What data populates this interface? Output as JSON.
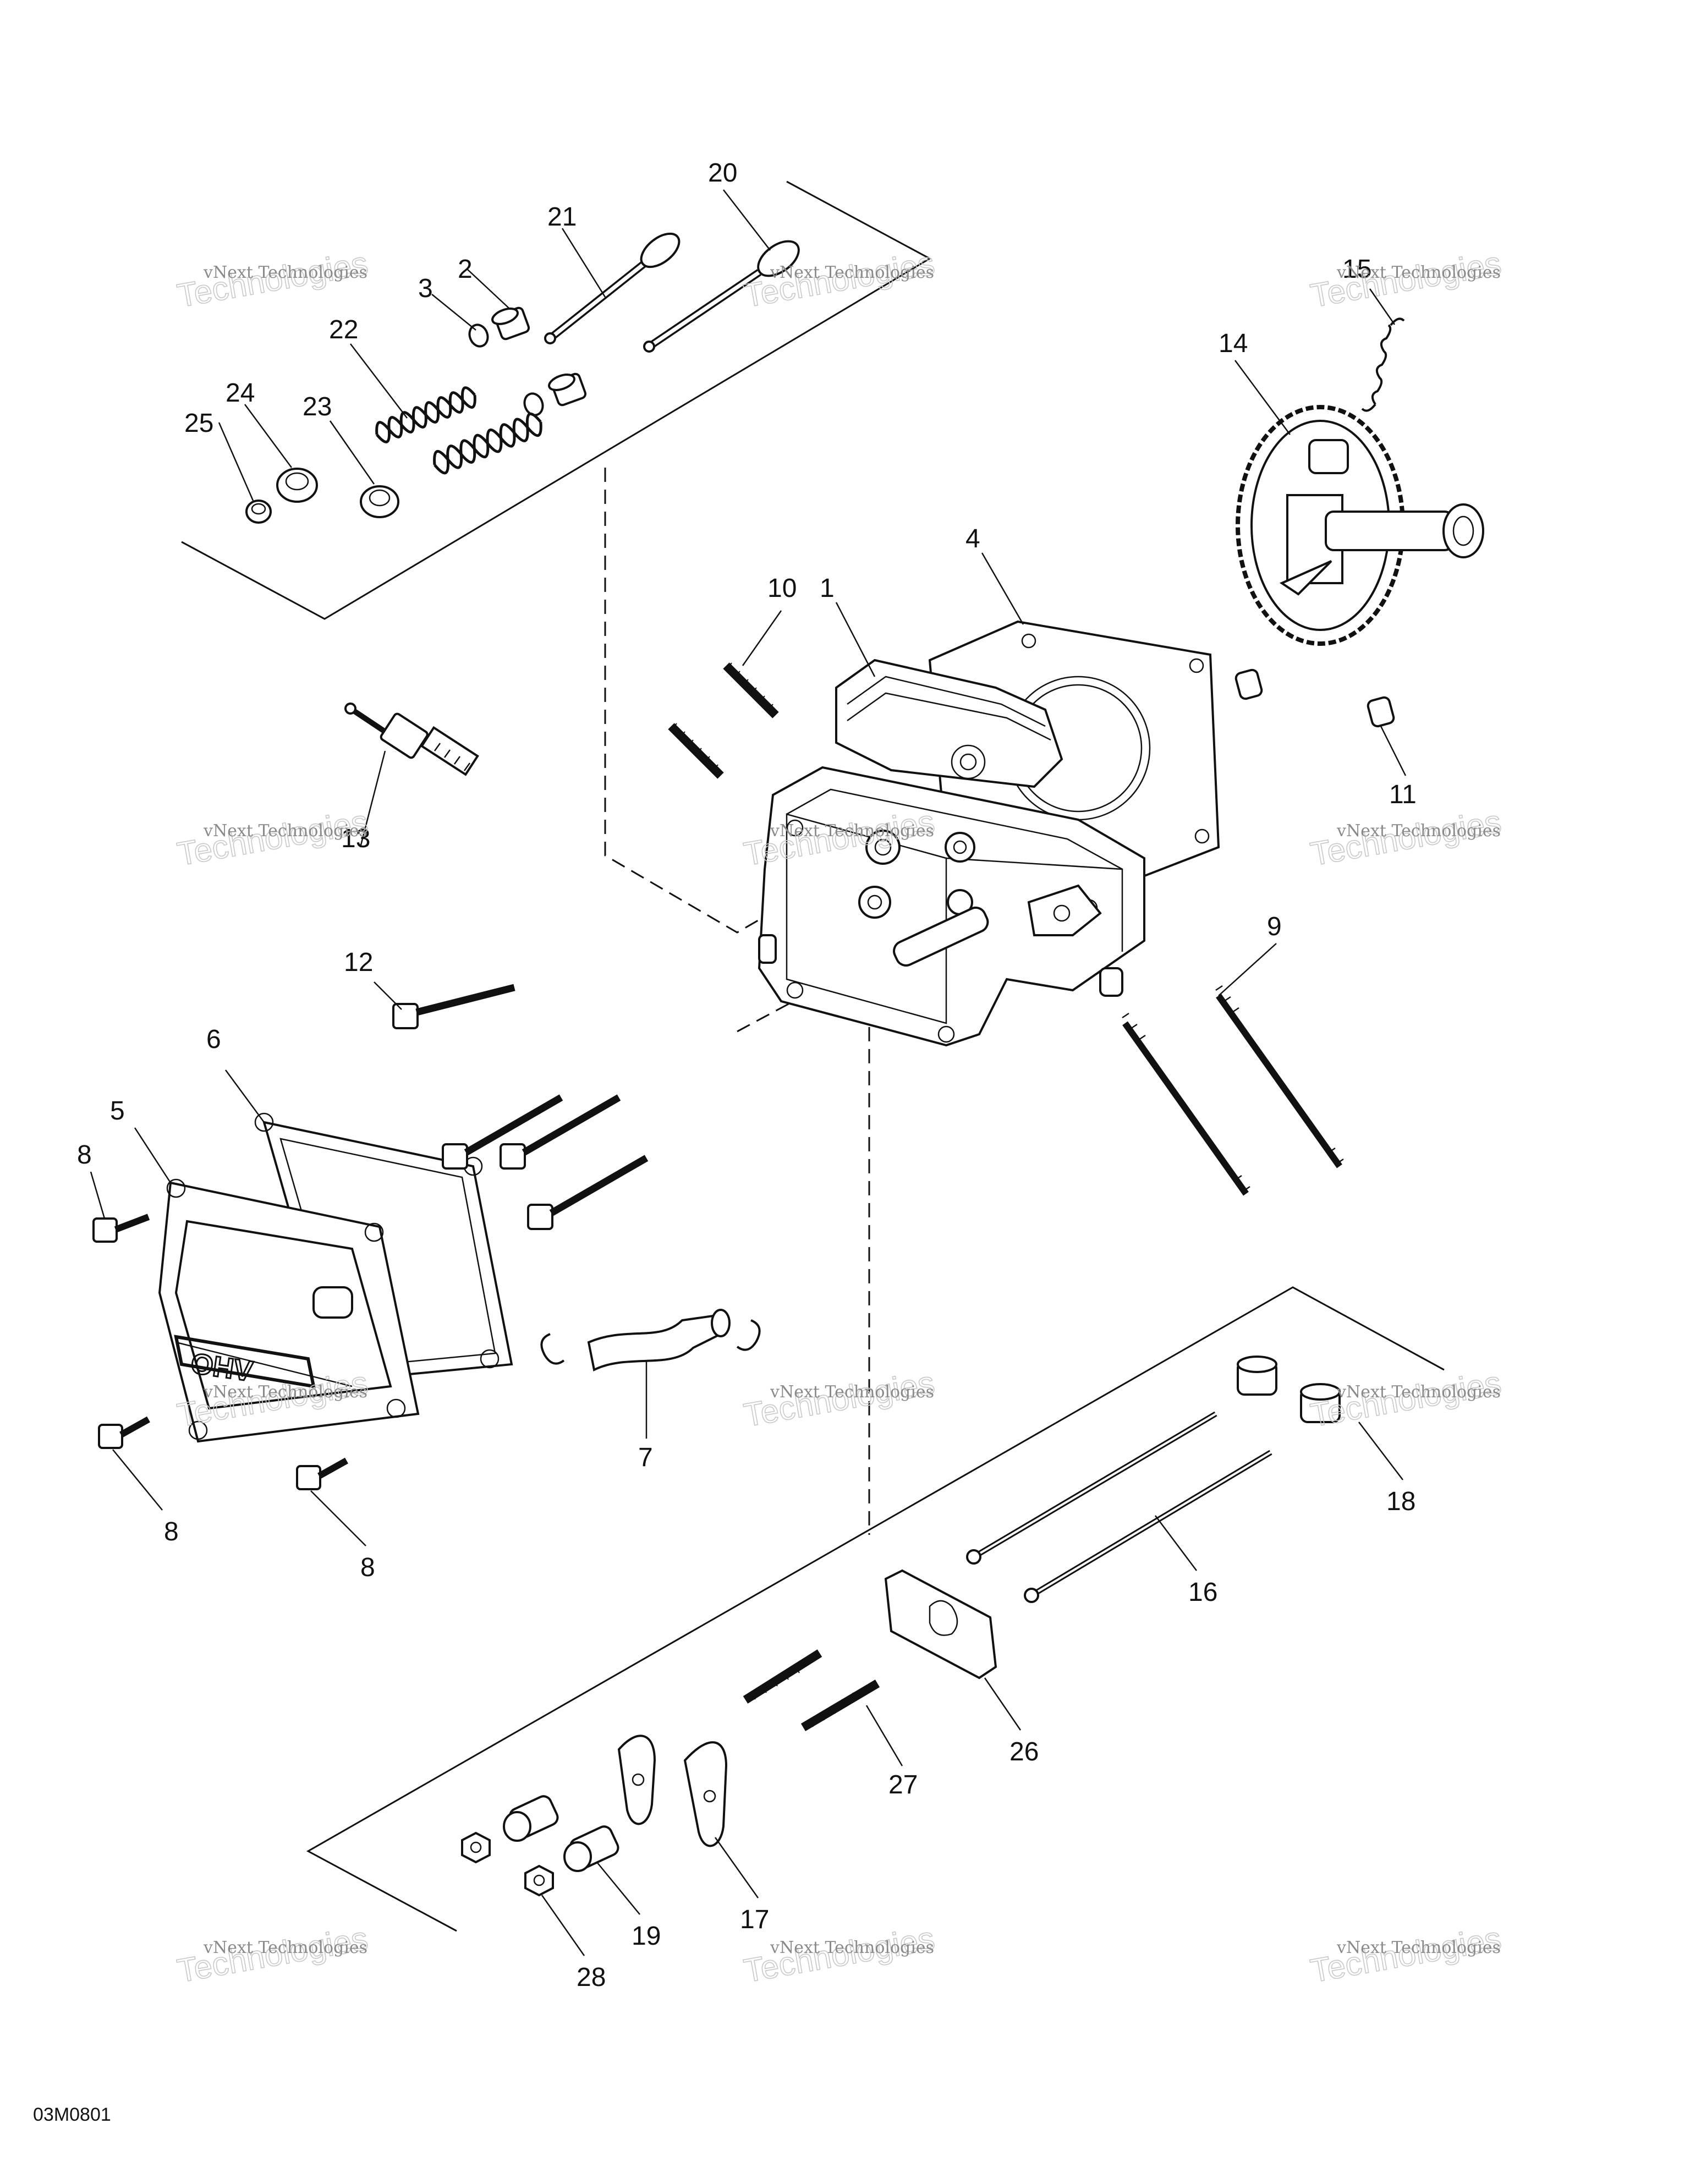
{
  "diagram_code": "03M0801",
  "watermark": {
    "line1": "vNext Technologies",
    "line2": "Technologies"
  },
  "callouts": [
    {
      "id": "c1",
      "label": "1"
    },
    {
      "id": "c2",
      "label": "2"
    },
    {
      "id": "c3",
      "label": "3"
    },
    {
      "id": "c4",
      "label": "4"
    },
    {
      "id": "c5",
      "label": "5"
    },
    {
      "id": "c6",
      "label": "6"
    },
    {
      "id": "c7",
      "label": "7"
    },
    {
      "id": "c8a",
      "label": "8"
    },
    {
      "id": "c8b",
      "label": "8"
    },
    {
      "id": "c8c",
      "label": "8"
    },
    {
      "id": "c9",
      "label": "9"
    },
    {
      "id": "c10",
      "label": "10"
    },
    {
      "id": "c11",
      "label": "11"
    },
    {
      "id": "c12",
      "label": "12"
    },
    {
      "id": "c13",
      "label": "13"
    },
    {
      "id": "c14",
      "label": "14"
    },
    {
      "id": "c15",
      "label": "15"
    },
    {
      "id": "c16",
      "label": "16"
    },
    {
      "id": "c17",
      "label": "17"
    },
    {
      "id": "c18",
      "label": "18"
    },
    {
      "id": "c19",
      "label": "19"
    },
    {
      "id": "c20",
      "label": "20"
    },
    {
      "id": "c21",
      "label": "21"
    },
    {
      "id": "c22",
      "label": "22"
    },
    {
      "id": "c23",
      "label": "23"
    },
    {
      "id": "c24",
      "label": "24"
    },
    {
      "id": "c25",
      "label": "25"
    },
    {
      "id": "c26",
      "label": "26"
    },
    {
      "id": "c27",
      "label": "27"
    },
    {
      "id": "c28",
      "label": "28"
    }
  ],
  "colors": {
    "ink": "#111111",
    "watermark": "#8a8a8a",
    "background": "#ffffff"
  }
}
